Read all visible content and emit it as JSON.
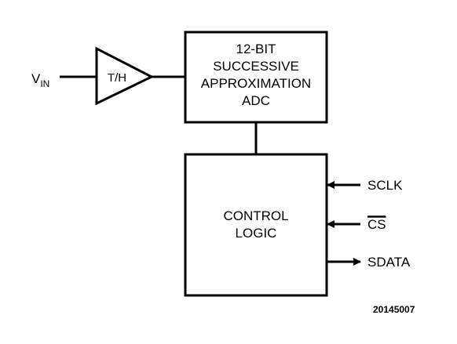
{
  "inputs": {
    "vin_main": "V",
    "vin_sub": "IN"
  },
  "track_hold": {
    "label": "T/H"
  },
  "adc_block": {
    "lines": [
      "12-BIT",
      "SUCCESSIVE",
      "APPROXIMATION",
      "ADC"
    ]
  },
  "control_block": {
    "lines": [
      "CONTROL",
      "LOGIC"
    ]
  },
  "signals": {
    "sclk": "SCLK",
    "cs": "CS",
    "sdata": "SDATA"
  },
  "figure_id": "20145007",
  "colors": {
    "stroke": "#000000",
    "background": "#ffffff"
  }
}
